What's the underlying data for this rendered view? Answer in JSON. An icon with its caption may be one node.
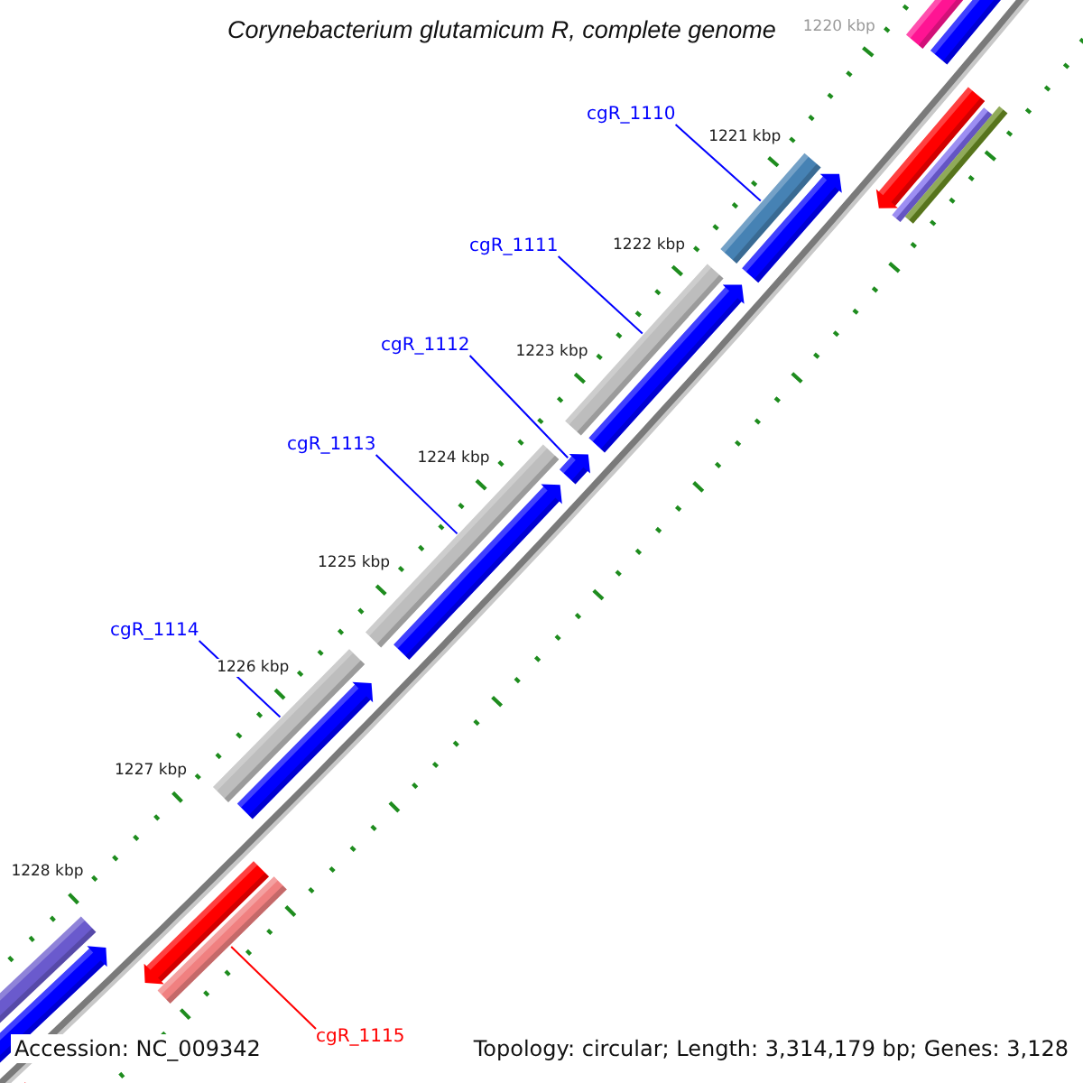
{
  "diagram": {
    "title": "Corynebacterium glutamicum R, complete genome",
    "nodes": [
      {
        "text": [
          "cgR_1110"
        ]
      },
      {
        "text": [],
        "shape": "bar"
      },
      {
        "text": [
          "cgR_1111"
        ]
      },
      {
        "text": [],
        "shape": "bar"
      },
      {
        "text": [
          "cgR_1112"
        ]
      },
      {
        "text": [],
        "shape": "arrow"
      },
      {
        "text": [
          "cgR_1113"
        ]
      },
      {
        "text": [],
        "shape": "bar"
      },
      {
        "text": [
          "cgR_1114"
        ]
      },
      {
        "text": [],
        "shape": "bar"
      },
      {
        "text": [
          "cgR_1115"
        ]
      },
      {
        "text": [],
        "shape": "bar"
      }
    ],
    "edges": [
      {
        "from": 0,
        "to": 1,
        "arrow": "none"
      },
      {
        "from": 2,
        "to": 3,
        "arrow": "none"
      },
      {
        "from": 4,
        "to": 5,
        "arrow": "none"
      },
      {
        "from": 6,
        "to": 7,
        "arrow": "none"
      },
      {
        "from": 8,
        "to": 9,
        "arrow": "none"
      },
      {
        "from": 10,
        "to": 11,
        "arrow": "none",
        "color": "#ff0000"
      }
    ],
    "labels": [
      "1220 kbp",
      "1221 kbp",
      "1222 kbp",
      "1223 kbp",
      "1224 kbp",
      "1225 kbp",
      "1226 kbp",
      "1227 kbp",
      "1228 kbp",
      "Accession: NC_009342",
      "Topology: circular; Length: 3,314,179 bp; Genes: 3,128"
    ]
  }
}
